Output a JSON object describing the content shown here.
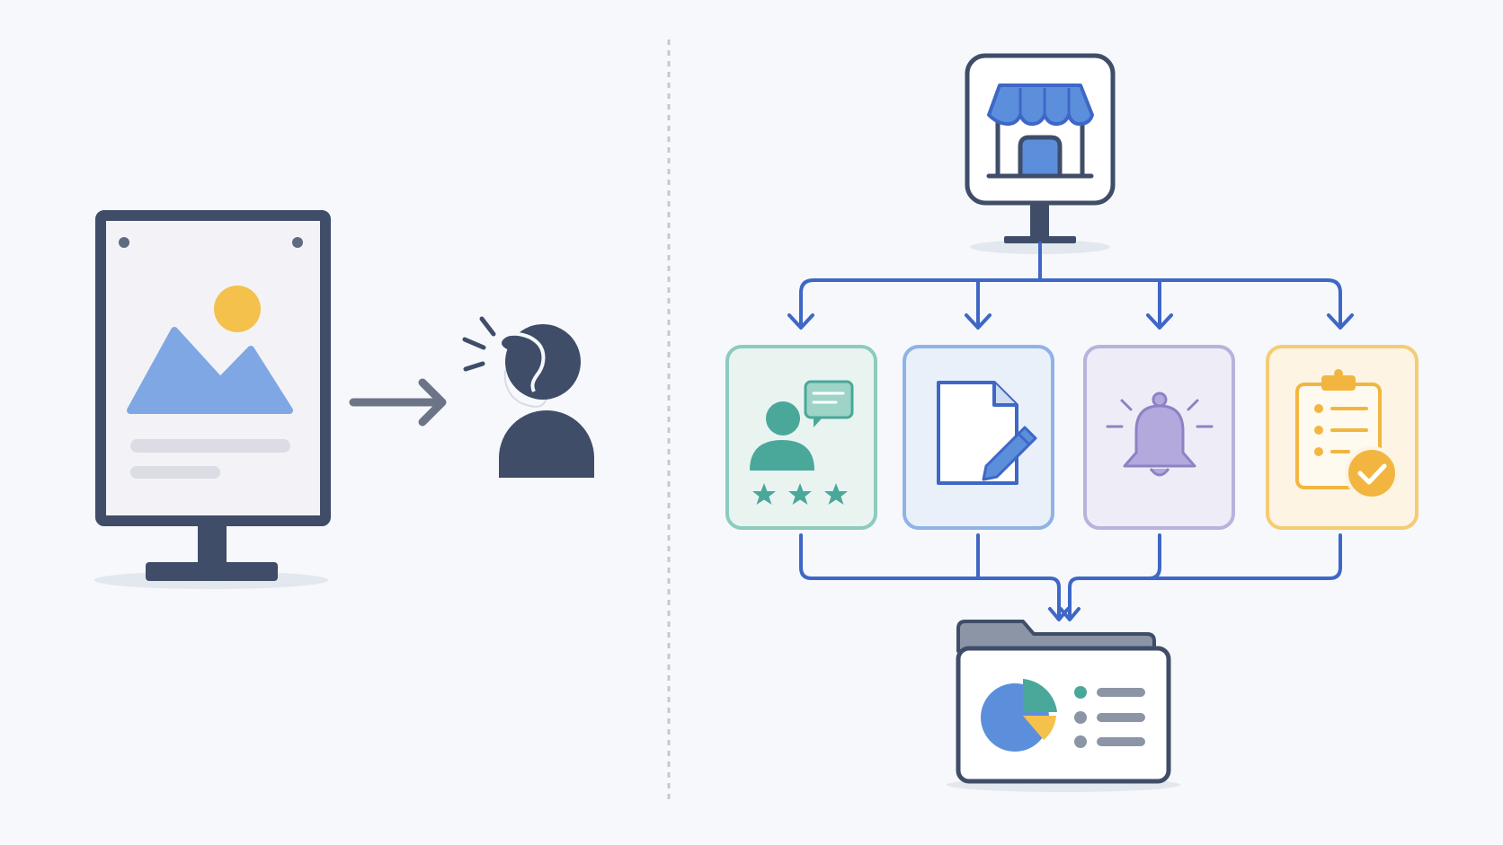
{
  "diagram": {
    "left_panel": {
      "elements": [
        "billboard-icon",
        "arrow-right-icon",
        "person-attention-icon"
      ]
    },
    "right_panel": {
      "source": "storefront-icon",
      "features": [
        {
          "id": "reviews",
          "icon": "user-review-stars-icon",
          "color": "#4aa89a",
          "fill": "#e9f4f1"
        },
        {
          "id": "edit",
          "icon": "document-edit-icon",
          "color": "#5b8fdc",
          "fill": "#e9f0fa"
        },
        {
          "id": "notify",
          "icon": "bell-notification-icon",
          "color": "#9b8ec9",
          "fill": "#eeedf7"
        },
        {
          "id": "tasks",
          "icon": "clipboard-checklist-icon",
          "color": "#f3c154",
          "fill": "#fdf4e4"
        }
      ],
      "output": "analytics-folder-icon"
    },
    "colors": {
      "navy": "#3f4d69",
      "connector_blue": "#3e67c6",
      "image_blue": "#7ea7e3",
      "sun_yellow": "#f4c14c",
      "teal": "#4aa89a",
      "purple": "#9b8ec9",
      "divider": "#c4c9d2"
    }
  }
}
